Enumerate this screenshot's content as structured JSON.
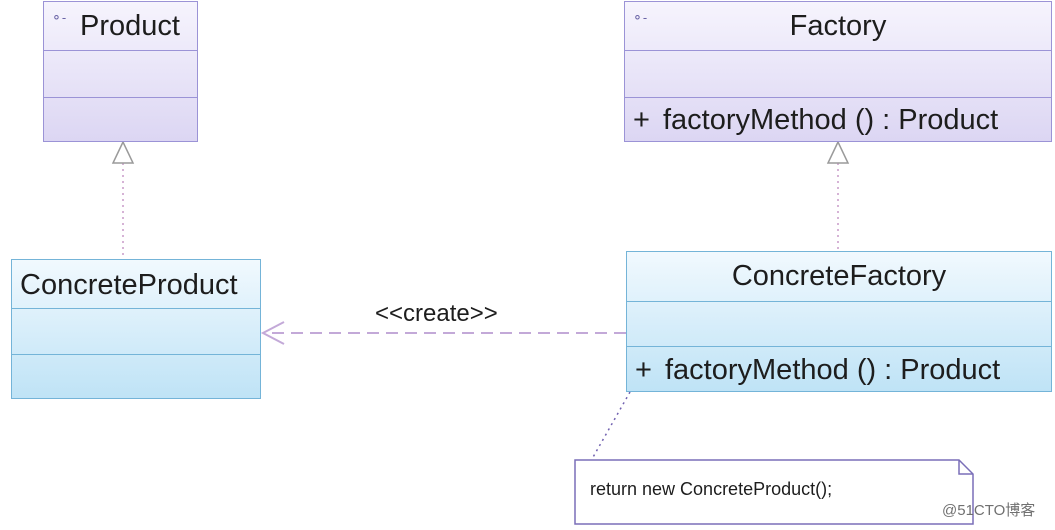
{
  "diagram": {
    "classes": {
      "product": {
        "name": "Product",
        "icon": "interface-icon"
      },
      "factory": {
        "name": "Factory",
        "icon": "interface-icon",
        "operation": {
          "visibility": "+",
          "signature": "factoryMethod () : Product"
        }
      },
      "concrete_product": {
        "name": "ConcreteProduct"
      },
      "concrete_factory": {
        "name": "ConcreteFactory",
        "operation": {
          "visibility": "+",
          "signature": "factoryMethod () : Product"
        }
      }
    },
    "relations": [
      {
        "type": "realization",
        "from": "ConcreteProduct",
        "to": "Product"
      },
      {
        "type": "realization",
        "from": "ConcreteFactory",
        "to": "Factory"
      },
      {
        "type": "dependency",
        "from": "ConcreteFactory",
        "to": "ConcreteProduct",
        "label": "<<create>>"
      },
      {
        "type": "note-anchor",
        "from": "note",
        "to": "ConcreteFactory"
      }
    ],
    "note": {
      "text": "return new ConcreteProduct();"
    },
    "colors": {
      "interface_fill": "#dcd6f3",
      "interface_border": "#9b93d6",
      "concrete_fill": "#bfe3f6",
      "concrete_border": "#74b4d8"
    }
  },
  "watermark": "@51CTO博客"
}
